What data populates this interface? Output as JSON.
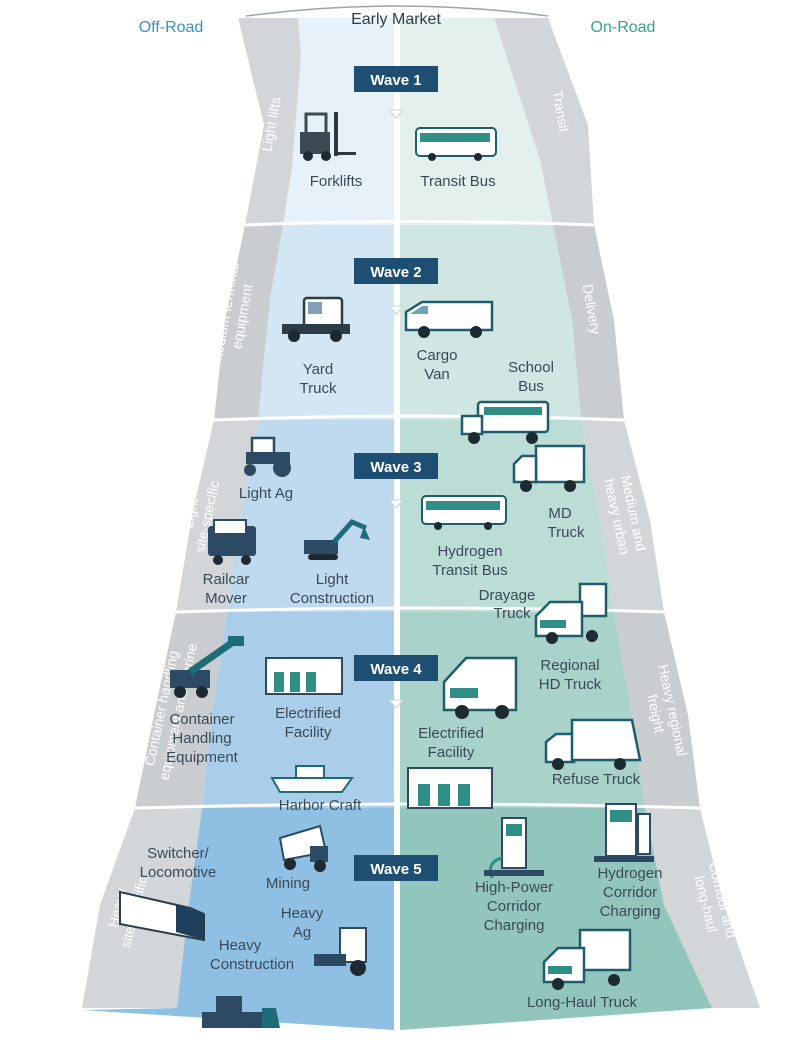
{
  "header": {
    "title": "Early Market",
    "left": "Off-Road",
    "right": "On-Road"
  },
  "colors": {
    "offroad_header": "#3a8fc4",
    "onroad_header": "#3aa08f",
    "wave_box": "#1e4f72",
    "side_band": "#d3d6d8",
    "text": "#3a4a55"
  },
  "waves": [
    "Wave 1",
    "Wave 2",
    "Wave 3",
    "Wave 4",
    "Wave 5"
  ],
  "left_bands": [
    "Light lifts",
    "Medium terminal equipment",
    "Light site-specific",
    "Container handling equipment and marine",
    "Heavy site-specific"
  ],
  "right_bands": [
    "Transit",
    "Delivery",
    "Medium and heavy urban",
    "Heavy regional freight",
    "Corridor and long-haul"
  ],
  "items": {
    "forklifts": "Forklifts",
    "transit_bus": "Transit Bus",
    "yard_truck": "Yard Truck",
    "cargo_van": "Cargo Van",
    "school_bus": "School Bus",
    "light_ag": "Light Ag",
    "md_truck": "MD Truck",
    "railcar_mover": "Railcar Mover",
    "light_construction": "Light Construction",
    "hydrogen_transit_bus": "Hydrogen Transit Bus",
    "drayage_truck": "Drayage Truck",
    "container_handling": "Container Handling Equipment",
    "electrified_facility_left": "Electrified Facility",
    "regional_hd_truck": "Regional HD Truck",
    "electrified_facility_right": "Electrified Facility",
    "harbor_craft": "Harbor Craft",
    "refuse_truck": "Refuse Truck",
    "switcher": "Switcher/ Locomotive",
    "mining": "Mining",
    "hp_charging": "High-Power Corridor Charging",
    "h2_charging": "Hydrogen Corridor Charging",
    "heavy_ag": "Heavy Ag",
    "heavy_construction": "Heavy Construction",
    "long_haul_truck": "Long-Haul Truck"
  },
  "icons": [
    "forklift-icon",
    "transit-bus-icon",
    "yard-truck-icon",
    "cargo-van-icon",
    "school-bus-icon",
    "tractor-icon",
    "md-truck-icon",
    "railcar-mover-icon",
    "excavator-icon",
    "hydrogen-bus-icon",
    "drayage-truck-icon",
    "reach-stacker-icon",
    "facility-icon",
    "regional-truck-icon",
    "harbor-craft-icon",
    "refuse-truck-icon",
    "locomotive-icon",
    "mining-icon",
    "charger-icon",
    "hydrogen-dispenser-icon",
    "harvester-icon",
    "bulldozer-icon",
    "long-haul-truck-icon"
  ]
}
